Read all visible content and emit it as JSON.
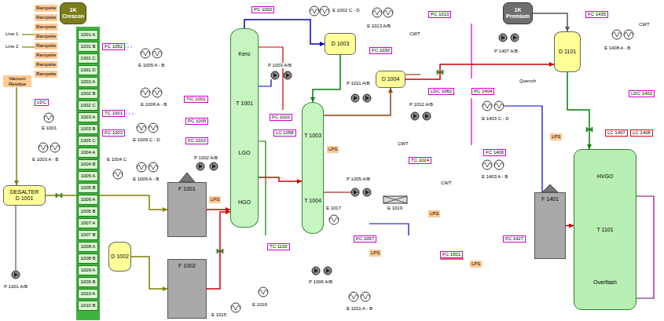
{
  "diagram": {
    "nodes": [
      {
        "text": [
          "1K Crescon"
        ]
      },
      {
        "text": [
          "Rampsite"
        ]
      },
      {
        "text": [
          "Rampsite"
        ]
      },
      {
        "text": [
          "Rampsite"
        ]
      },
      {
        "text": [
          "Rampsite"
        ]
      },
      {
        "text": [
          "Rampsite"
        ]
      },
      {
        "text": [
          "Rampsite"
        ]
      },
      {
        "text": [
          "Rampsite"
        ]
      },
      {
        "text": [
          "Rampsite"
        ]
      },
      {
        "text": [
          "Vacuum Residue"
        ]
      },
      {
        "text": [
          "1001 A"
        ]
      },
      {
        "text": [
          "1001 B"
        ]
      },
      {
        "text": [
          "1001 C"
        ]
      },
      {
        "text": [
          "1001 D"
        ]
      },
      {
        "text": [
          "1002 A"
        ]
      },
      {
        "text": [
          "1002 B"
        ]
      },
      {
        "text": [
          "1002 C"
        ]
      },
      {
        "text": [
          "1003 A"
        ]
      },
      {
        "text": [
          "1003 B"
        ]
      },
      {
        "text": [
          "1003 C"
        ]
      },
      {
        "text": [
          "1004 A"
        ]
      },
      {
        "text": [
          "1004 B"
        ]
      },
      {
        "text": [
          "1005 A"
        ]
      },
      {
        "text": [
          "1005 B"
        ]
      },
      {
        "text": [
          "1006 A"
        ]
      },
      {
        "text": [
          "1006 B"
        ]
      },
      {
        "text": [
          "1007 A"
        ]
      },
      {
        "text": [
          "1007 B"
        ]
      },
      {
        "text": [
          "1008 A"
        ]
      },
      {
        "text": [
          "1008 B"
        ]
      },
      {
        "text": [
          "1009 A"
        ]
      },
      {
        "text": [
          "1009 B"
        ]
      },
      {
        "text": [
          "1010 A"
        ]
      },
      {
        "text": [
          "1010 B"
        ]
      },
      {
        "text": [
          "DESALTER",
          "D 1001"
        ]
      },
      {
        "text": [
          "LDC"
        ]
      },
      {
        "text": [
          "FC 1052"
        ]
      },
      {
        "text": [
          "TC 1001"
        ]
      },
      {
        "text": [
          "FC 1003"
        ]
      },
      {
        "text": [
          "D 1002"
        ]
      },
      {
        "text": [
          "TIC 1001"
        ]
      },
      {
        "text": [
          "PC 1005"
        ]
      },
      {
        "text": [
          "FC 1010"
        ]
      },
      {
        "text": [
          "F 1001"
        ]
      },
      {
        "text": [
          "F 1002"
        ]
      },
      {
        "text": [
          "LPS"
        ]
      },
      {
        "text": [
          "PC 1002"
        ]
      },
      {
        "text": [
          "Kero",
          "T 1001",
          "LGO",
          "HGO"
        ]
      },
      {
        "text": [
          "FC 1020"
        ]
      },
      {
        "text": [
          "LC 1058"
        ]
      },
      {
        "text": [
          "TC 1100"
        ]
      },
      {
        "text": [
          "D 1003"
        ]
      },
      {
        "text": [
          "FC 1030"
        ]
      },
      {
        "text": [
          "T 1003",
          "T 1004"
        ]
      },
      {
        "text": [
          "LPS"
        ]
      },
      {
        "text": [
          "D 1004"
        ]
      },
      {
        "text": [
          "LDC 1082"
        ]
      },
      {
        "text": [
          "PC 1013"
        ]
      },
      {
        "text": [
          "TC 1024"
        ]
      },
      {
        "text": [
          "FC 1097"
        ]
      },
      {
        "text": [
          "LPS"
        ]
      },
      {
        "text": [
          "LPS"
        ]
      },
      {
        "text": [
          "FC 1501"
        ]
      },
      {
        "text": [
          "LPS"
        ]
      },
      {
        "text": [
          "PC 1404"
        ]
      },
      {
        "text": [
          "FC 1406"
        ]
      },
      {
        "text": [
          "1K Premium"
        ]
      },
      {
        "text": [
          "FC 1435"
        ]
      },
      {
        "text": [
          "D 1101"
        ]
      },
      {
        "text": [
          "LPS"
        ]
      },
      {
        "text": [
          "F 1401"
        ]
      },
      {
        "text": [
          "FC 1427"
        ]
      },
      {
        "text": [
          "HVGO",
          "T 1101",
          "Overflash"
        ]
      },
      {
        "text": [
          "LC 1407"
        ]
      },
      {
        "text": [
          "LC 1408"
        ]
      },
      {
        "text": [
          "LDC 1402"
        ]
      }
    ],
    "edges": [
      {
        "from": 34,
        "to": 43,
        "arrow": "to"
      },
      {
        "from": 43,
        "to": 47,
        "arrow": "to"
      },
      {
        "from": 44,
        "to": 47,
        "arrow": "to"
      },
      {
        "from": 47,
        "to": 51,
        "arrow": "to"
      },
      {
        "from": 51,
        "to": 53,
        "arrow": "to"
      },
      {
        "from": 53,
        "to": 55,
        "arrow": "to"
      },
      {
        "from": 55,
        "to": 68,
        "arrow": "to"
      },
      {
        "from": 66,
        "to": 68,
        "arrow": "to"
      },
      {
        "from": 68,
        "to": 72,
        "arrow": "to"
      },
      {
        "from": 70,
        "to": 72,
        "arrow": "to"
      },
      {
        "from": 39,
        "to": 44,
        "arrow": "to"
      },
      {
        "from": 9,
        "to": 34,
        "arrow": "to"
      },
      {
        "from": 47,
        "to": 53,
        "arrow": "to"
      }
    ],
    "labels": [
      "Line 1",
      "Line 2",
      "E 1001",
      "E 1003 A - B",
      "P 1001 A/B",
      "E 1004 C",
      "E 1005 A - B",
      "E 1006 A - B",
      "E 1009 C - D",
      "E 1009 A - B",
      "P 1002 A/B",
      "P 1003 A/B",
      "E 1002 C - D",
      "P 1011 A/B",
      "E 1013 A/B",
      "P 1012 A/B",
      "E 1017",
      "P 1005 A/B",
      "E 1019",
      "P 1006 A/B",
      "E 1015",
      "E 1016",
      "E 1011 A - B",
      "E 1408 A - B",
      "E 1403 C - D",
      "E 1403 A - B",
      "P 1407 A/B",
      "Quench",
      "CWT",
      "CWT",
      "CWT",
      "CWT"
    ]
  }
}
